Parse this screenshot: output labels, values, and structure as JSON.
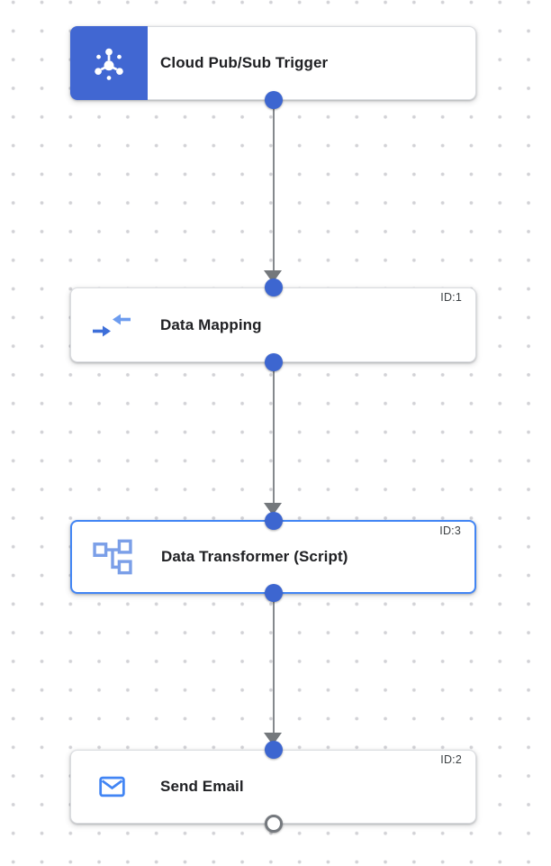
{
  "app": {
    "name": "integration workflow canvas"
  },
  "colors": {
    "canvas_bg": "#FFFFFF",
    "grid_dot": "#D2D2D6",
    "trigger_header_blue": "#4167D2",
    "connector_port_blue": "#3D66D0",
    "selected_node_border": "#4285F4",
    "node_border": "#DADCE0",
    "edge_line_gray": "#85898D",
    "edge_arrow_gray": "#74787C",
    "label_text": "#202124",
    "id_text": "#3C4043",
    "icon_blue": "#4285F4",
    "icon_light_blue": "#7B9FE8",
    "icon_mapping_dark": "#3E6FD9",
    "icon_mapping_light": "#6D9CEF"
  },
  "nodes": [
    {
      "label": "Cloud Pub/Sub Trigger",
      "kind": "trigger",
      "icon": "pubsub-icon",
      "selected": false,
      "ports": {
        "bottom": "connected"
      }
    },
    {
      "label": "Data Mapping",
      "id_label": "ID:1",
      "kind": "task",
      "icon": "data-mapping-icon",
      "selected": false,
      "ports": {
        "top": "connected",
        "bottom": "connected"
      }
    },
    {
      "label": "Data Transformer (Script)",
      "id_label": "ID:3",
      "kind": "task",
      "icon": "data-transformer-icon",
      "selected": true,
      "ports": {
        "top": "connected",
        "bottom": "connected"
      }
    },
    {
      "label": "Send Email",
      "id_label": "ID:2",
      "kind": "task",
      "icon": "email-icon",
      "selected": false,
      "ports": {
        "top": "connected",
        "bottom": "open"
      }
    }
  ],
  "edges": [
    {
      "from": "Cloud Pub/Sub Trigger",
      "to": "Data Mapping"
    },
    {
      "from": "Data Mapping",
      "to": "Data Transformer (Script)"
    },
    {
      "from": "Data Transformer (Script)",
      "to": "Send Email"
    }
  ]
}
